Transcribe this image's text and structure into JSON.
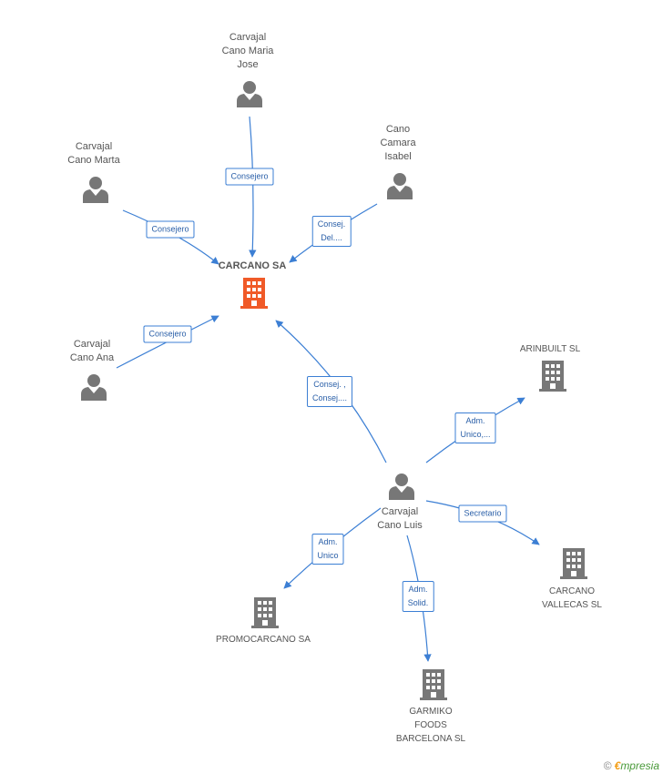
{
  "colors": {
    "edge": "#3c7fd4",
    "person": "#777777",
    "company": "#777777",
    "center": "#f05a28"
  },
  "center": {
    "label": "CARCANO SA",
    "icon": "building-icon"
  },
  "persons": [
    {
      "id": "cano-maria-jose",
      "label": "Carvajal\nCano Maria\nJose",
      "icon": "person-icon"
    },
    {
      "id": "cano-marta",
      "label": "Carvajal\nCano Marta",
      "icon": "person-icon"
    },
    {
      "id": "cano-camara-isabel",
      "label": "Cano\nCamara\nIsabel",
      "icon": "person-icon"
    },
    {
      "id": "cano-ana",
      "label": "Carvajal\nCano Ana",
      "icon": "person-icon"
    },
    {
      "id": "cano-luis",
      "label": "Carvajal\nCano Luis",
      "icon": "person-icon"
    }
  ],
  "companies": [
    {
      "id": "arinbuilt",
      "label": "ARINBUILT SL",
      "icon": "building-icon"
    },
    {
      "id": "carcano-vallecas",
      "label": "CARCANO\nVALLECAS SL",
      "icon": "building-icon"
    },
    {
      "id": "promocarcano",
      "label": "PROMOCARCANO SA",
      "icon": "building-icon"
    },
    {
      "id": "garmiko",
      "label": "GARMIKO\nFOODS\nBARCELONA  SL",
      "icon": "building-icon"
    }
  ],
  "edges": [
    {
      "id": "maria-jose",
      "label": "Consejero"
    },
    {
      "id": "marta",
      "label": "Consejero"
    },
    {
      "id": "isabel",
      "label": "Consej.\nDel...."
    },
    {
      "id": "ana",
      "label": "Consejero"
    },
    {
      "id": "luis-center",
      "label": "Consej. ,\nConsej...."
    },
    {
      "id": "luis-arinbuilt",
      "label": "Adm.\nUnico,..."
    },
    {
      "id": "luis-vallecas",
      "label": "Secretario"
    },
    {
      "id": "luis-promocarcano",
      "label": "Adm.\nUnico"
    },
    {
      "id": "luis-garmiko",
      "label": "Adm.\nSolid."
    }
  ],
  "watermark": {
    "symbol": "©",
    "brand_initial": "€",
    "brand_rest": "mpresia"
  }
}
